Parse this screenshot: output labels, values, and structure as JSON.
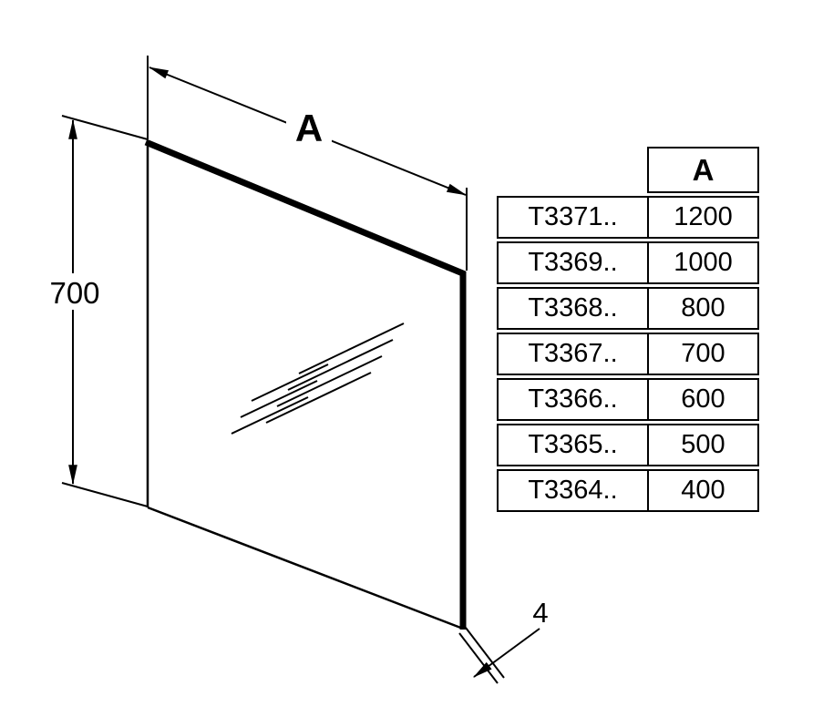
{
  "diagram": {
    "width_label": "A",
    "height_label": "700",
    "thickness_label": "4"
  },
  "table": {
    "header_a": "A",
    "rows": [
      {
        "model": "T3371..",
        "a": "1200"
      },
      {
        "model": "T3369..",
        "a": "1000"
      },
      {
        "model": "T3368..",
        "a": "800"
      },
      {
        "model": "T3367..",
        "a": "700"
      },
      {
        "model": "T3366..",
        "a": "600"
      },
      {
        "model": "T3365..",
        "a": "500"
      },
      {
        "model": "T3364..",
        "a": "400"
      }
    ]
  }
}
